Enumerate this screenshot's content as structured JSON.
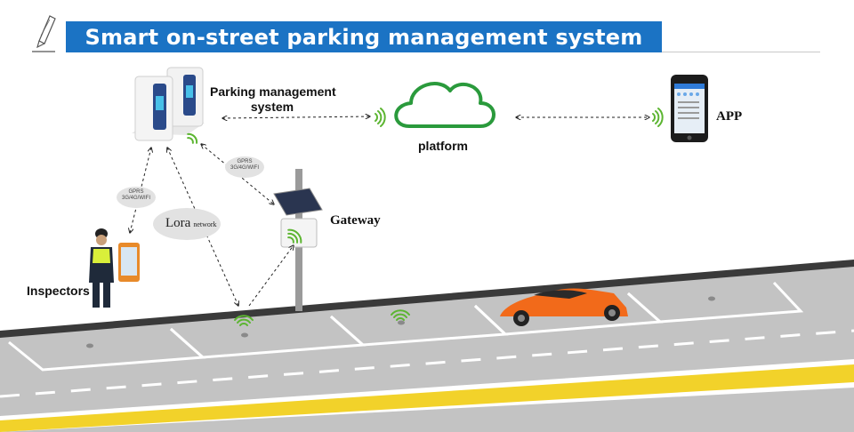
{
  "title": "Smart on-street parking management system",
  "labels": {
    "parking_management_line1": "Parking management",
    "parking_management_line2": "system",
    "platform": "platform",
    "app": "APP",
    "gateway": "Gateway",
    "inspectors": "Inspectors",
    "lora": "Lora",
    "lora_network": "network",
    "gprs_top": "GPRS",
    "gprs_bottom": "3G/4G/WIFI"
  },
  "icons": [
    "pencil-icon",
    "cloud-icon",
    "smartphone-icon",
    "wireless-signal-icon",
    "parking-terminal-icon",
    "solar-gateway-icon",
    "inspector-figure",
    "sports-car",
    "parking-sensor-icon"
  ],
  "colors": {
    "banner": "#1b73c4",
    "signal_green": "#5cb531",
    "cloud_green": "#2a9a3c",
    "road_gray": "#c3c3c3",
    "lane_yellow": "#f2d22a",
    "car_orange": "#f26a1a"
  }
}
